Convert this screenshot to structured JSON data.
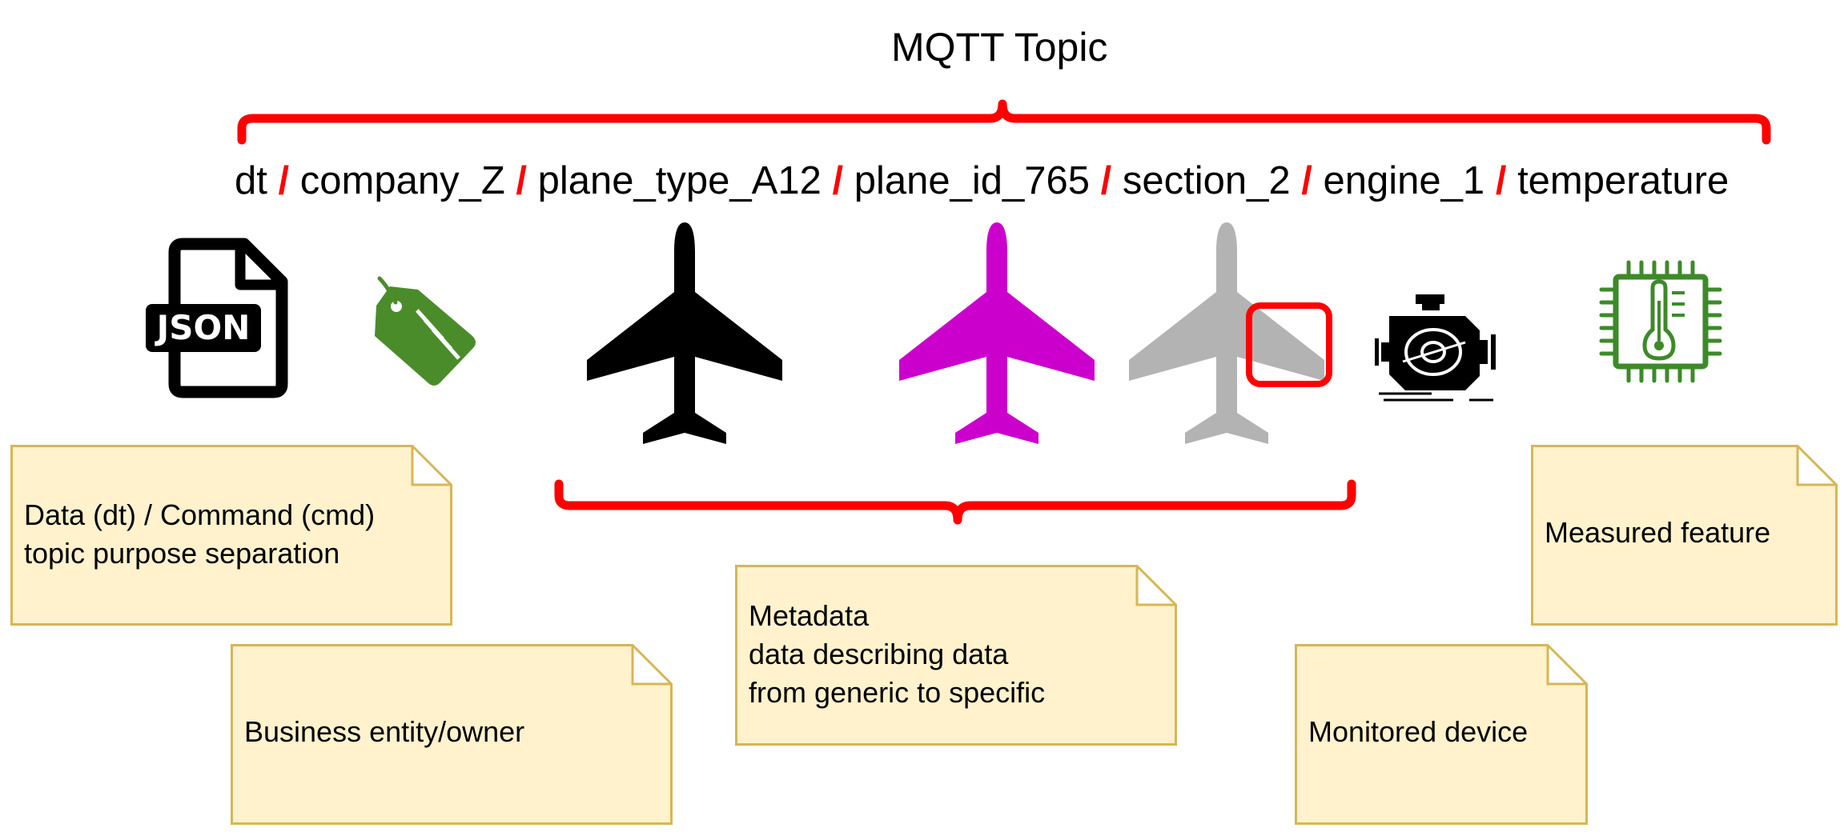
{
  "title": "MQTT Topic",
  "topic": {
    "segments": [
      "dt",
      "company_Z",
      "plane_type_A12",
      "plane_id_765",
      "section_2",
      "engine_1",
      "temperature"
    ],
    "separator": "/"
  },
  "icons": {
    "json_label": "JSON"
  },
  "notes": {
    "purpose": {
      "line1": "Data (dt) / Command (cmd)",
      "line2": "topic purpose separation"
    },
    "owner": {
      "line1": "Business entity/owner"
    },
    "metadata": {
      "line1": "Metadata",
      "line2": "data describing data",
      "line3": "from generic to specific"
    },
    "device": {
      "line1": "Monitored device"
    },
    "feature": {
      "line1": "Measured feature"
    }
  },
  "colors": {
    "brace": "#ff0000",
    "separator": "#ff0000",
    "note_fill": "#fff2cc",
    "note_border": "#d6b656",
    "plane_type": "#000000",
    "plane_id": "#cc00cc",
    "plane_section": "#b3b3b3",
    "tag_green": "#4a8c2a",
    "chip_green": "#3d8a2a"
  }
}
